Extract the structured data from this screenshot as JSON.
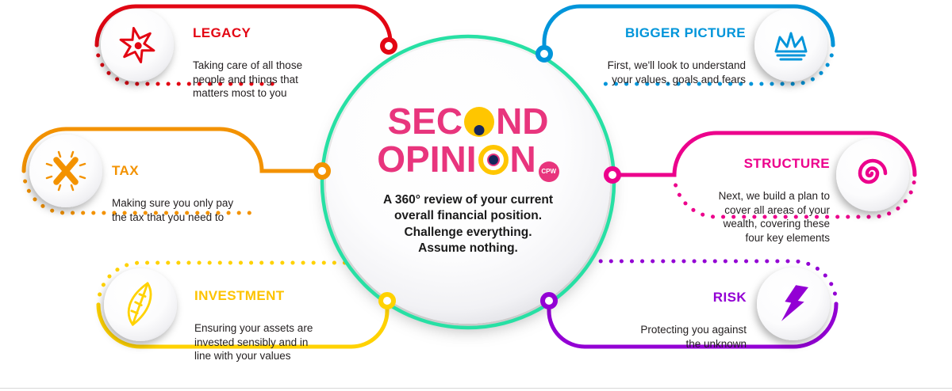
{
  "center": {
    "logo_line1_pre": "SEC",
    "logo_line1_post": "ND",
    "logo_line2_pre": "OPINI",
    "logo_line2_post": "N",
    "logo_badge": "CPW",
    "tagline": "A 360° review of your current\noverall financial position.\nChallenge everything.\nAssume nothing.",
    "ring_color": "#27e0a4",
    "logo_color": "#e8357d"
  },
  "nodes": [
    {
      "id": "legacy",
      "title": "LEGACY",
      "description": "Taking care of all those\npeople and things that\nmatters most to you",
      "color": "#e30613",
      "icon": "star-icon"
    },
    {
      "id": "tax",
      "title": "TAX",
      "description": "Making sure you only pay\nthe tax that you need to",
      "color": "#f39200",
      "icon": "x-icon"
    },
    {
      "id": "investment",
      "title": "INVESTMENT",
      "description": "Ensuring your assets are\ninvested sensibly and in\nline with your values",
      "color": "#ffd200",
      "icon": "leaf-icon"
    },
    {
      "id": "bigger-picture",
      "title": "BIGGER PICTURE",
      "description": "First, we'll look to understand\nyour values, goals and fears",
      "color": "#0095da",
      "icon": "crown-icon"
    },
    {
      "id": "structure",
      "title": "STRUCTURE",
      "description": "Next, we build a plan to\ncover all areas of your\nwealth, covering these\nfour key elements",
      "color": "#ec008c",
      "icon": "spiral-icon"
    },
    {
      "id": "risk",
      "title": "RISK",
      "description": "Protecting you against\nthe unknown",
      "color": "#9300d4",
      "icon": "lightning-icon"
    }
  ]
}
